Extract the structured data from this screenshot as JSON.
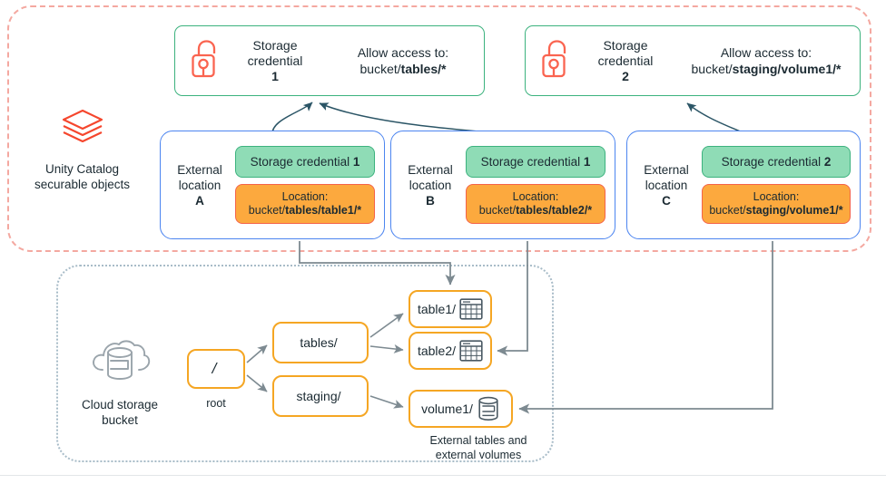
{
  "diagram": {
    "groups": {
      "unity_catalog": {
        "legend_icon": "databricks-layers-icon",
        "label_line1": "Unity Catalog",
        "label_line2": "securable objects"
      },
      "cloud_storage": {
        "legend_icon": "cloud-database-icon",
        "label_line1": "Cloud storage",
        "label_line2": "bucket"
      }
    },
    "storage_credentials": [
      {
        "icon": "open-padlock-icon",
        "title_line1": "Storage",
        "title_line2": "credential",
        "number": "1",
        "allow_label": "Allow access to:",
        "path_prefix": "bucket/",
        "path_bold": "tables/*"
      },
      {
        "icon": "open-padlock-icon",
        "title_line1": "Storage",
        "title_line2": "credential",
        "number": "2",
        "allow_label": "Allow access to:",
        "path_prefix": "bucket/",
        "path_bold": "staging/volume1/*"
      }
    ],
    "external_locations": [
      {
        "label_line1": "External",
        "label_line2": "location",
        "name": "A",
        "credential_prefix": "Storage credential ",
        "credential_number": "1",
        "location_label": "Location:",
        "location_prefix": "bucket/",
        "location_bold": "tables/table1/*"
      },
      {
        "label_line1": "External",
        "label_line2": "location",
        "name": "B",
        "credential_prefix": "Storage credential ",
        "credential_number": "1",
        "location_label": "Location:",
        "location_prefix": "bucket/",
        "location_bold": "tables/table2/*"
      },
      {
        "label_line1": "External",
        "label_line2": "location",
        "name": "C",
        "credential_prefix": "Storage credential ",
        "credential_number": "2",
        "location_label": "Location:",
        "location_prefix": "bucket/",
        "location_bold": "staging/volume1/*"
      }
    ],
    "bucket_tree": {
      "root": {
        "label": "/",
        "caption": "root"
      },
      "folders": [
        {
          "label": "tables/"
        },
        {
          "label": "staging/"
        }
      ],
      "leaves": [
        {
          "label": "table1/",
          "icon": "table-grid-icon"
        },
        {
          "label": "table2/",
          "icon": "table-grid-icon"
        },
        {
          "label": "volume1/",
          "icon": "database-cylinder-icon"
        }
      ],
      "caption_line1": "External tables and",
      "caption_line2": "external volumes"
    },
    "colors": {
      "credential_border": "#3cb27e",
      "credential_chip_fill": "#8fdcb6",
      "location_chip_fill": "#fca93e",
      "location_chip_border": "#f4634a",
      "external_location_border": "#4c85f0",
      "bucket_node_border": "#f5a623",
      "lock_icon": "#fa6450",
      "databricks_icon": "#f5462d",
      "cloud_icon": "#9aa4ab",
      "uc_group_border": "#f4a8a0",
      "cloud_group_border": "#a8bcc8",
      "credential_arrow": "#2b5566",
      "storage_arrow": "#7d8a91"
    }
  }
}
